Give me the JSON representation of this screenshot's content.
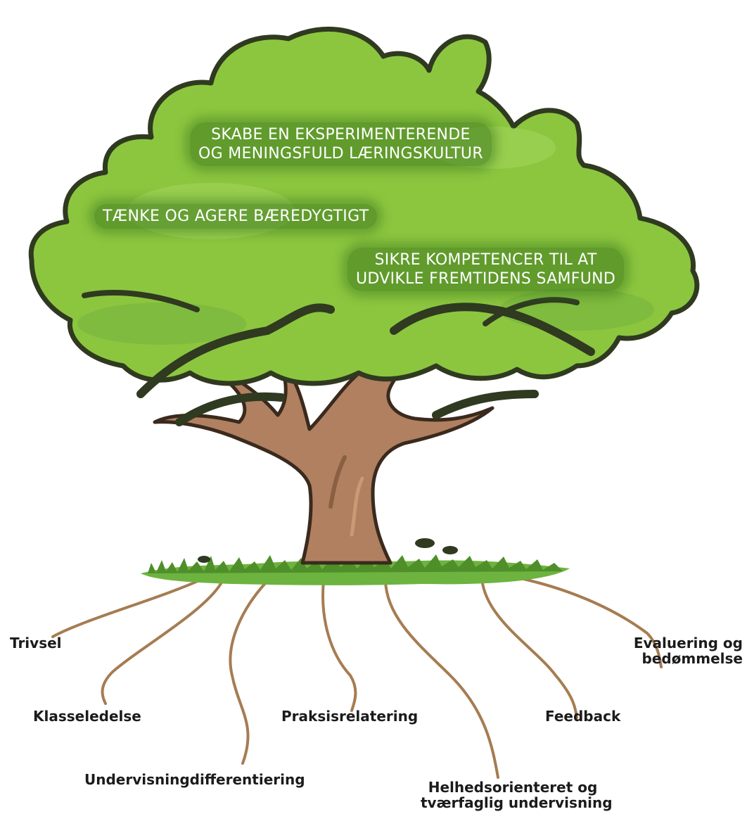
{
  "canopy_goals": [
    {
      "lines": [
        "SKABE EN EKSPERIMENTERENDE",
        "OG MENINGSFULD LÆRINGSKULTUR"
      ]
    },
    {
      "lines": [
        "TÆNKE OG AGERE BÆREDYGTIGT"
      ]
    },
    {
      "lines": [
        "SIKRE KOMPETENCER TIL AT",
        "UDVIKLE FREMTIDENS SAMFUND"
      ]
    }
  ],
  "roots": [
    {
      "lines": [
        "Trivsel"
      ]
    },
    {
      "lines": [
        "Klasseledelse"
      ]
    },
    {
      "lines": [
        "Undervisningdifferentiering"
      ]
    },
    {
      "lines": [
        "Praksisrelatering"
      ]
    },
    {
      "lines": [
        "Helhedsorienteret og",
        "tværfaglig undervisning"
      ]
    },
    {
      "lines": [
        "Feedback"
      ]
    },
    {
      "lines": [
        "Evaluering og",
        "bedømmelse"
      ]
    }
  ],
  "colors": {
    "foliage_light": "#8cc63f",
    "foliage_mid": "#6aaa3a",
    "foliage_dark": "#2f3a20",
    "trunk": "#b08060",
    "trunk_dark": "#3a2a1e",
    "root": "#a67c52",
    "grass": "#6db33f"
  }
}
